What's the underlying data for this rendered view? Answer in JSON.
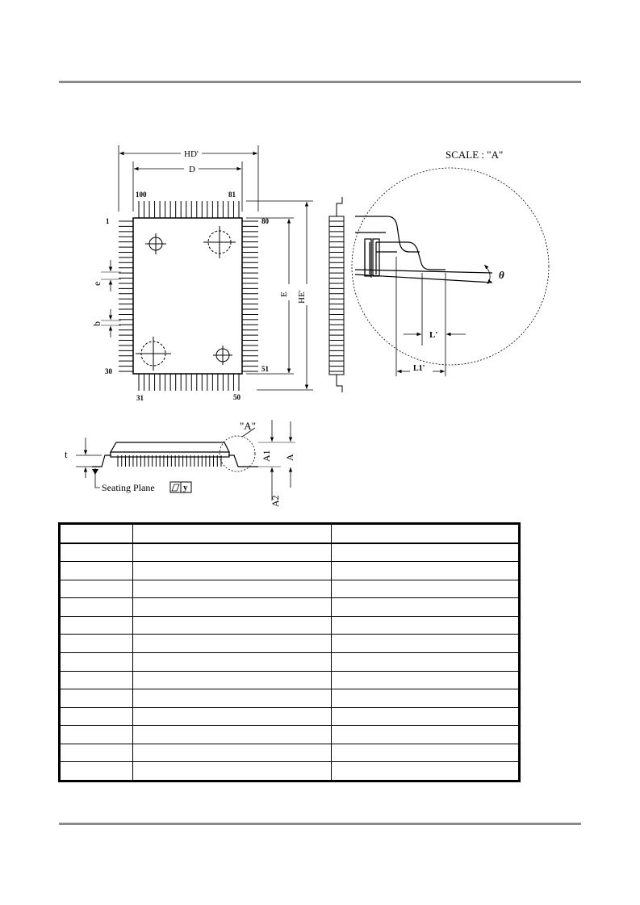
{
  "drawing": {
    "top_view": {
      "dim_hd": "HD'",
      "dim_d": "D",
      "dim_e": "E",
      "dim_he": "HE'",
      "dim_pitch": "e",
      "dim_lead_width": "b",
      "pin_1": "1",
      "pin_30": "30",
      "pin_31": "31",
      "pin_50": "50",
      "pin_51": "51",
      "pin_80": "80",
      "pin_81": "81",
      "pin_100": "100"
    },
    "detail": {
      "scale_label": "SCALE : \"A\"",
      "angle": "θ",
      "dim_l": "L'",
      "dim_l1": "L1'"
    },
    "side_view": {
      "detail_ref": "\"A\"",
      "dim_t": "t",
      "dim_a": "A",
      "dim_a1": "A1",
      "dim_a2": "A2",
      "seating_plane": "Seating Plane",
      "flatness_value": "y"
    }
  },
  "table": {
    "columns": 3,
    "rows": 14
  }
}
